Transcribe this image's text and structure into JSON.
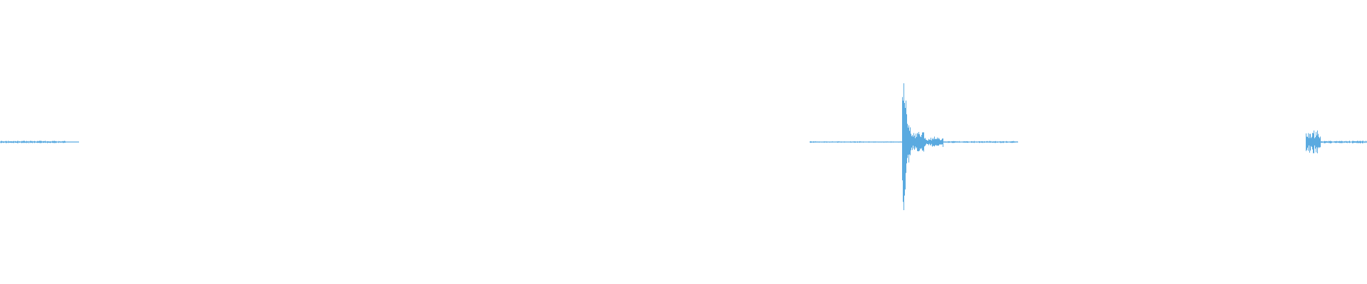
{
  "waveform": {
    "color": "#5aaae0",
    "background": "#ffffff",
    "duration_fraction_axis": "time",
    "amplitude_range": [
      -1,
      1
    ],
    "segments": [
      {
        "start": 0.0,
        "end": 0.048,
        "amplitude": 0.02
      },
      {
        "start": 0.048,
        "end": 0.058,
        "amplitude": 0.006
      },
      {
        "start": 0.592,
        "end": 0.632,
        "amplitude": 0.012
      },
      {
        "start": 0.632,
        "end": 0.66,
        "amplitude": 0.01
      },
      {
        "start": 0.66,
        "end": 0.668,
        "amplitude": 1.0
      },
      {
        "start": 0.668,
        "end": 0.676,
        "amplitude": 0.2
      },
      {
        "start": 0.676,
        "end": 0.69,
        "amplitude": 0.08
      },
      {
        "start": 0.69,
        "end": 0.745,
        "amplitude": 0.015
      },
      {
        "start": 0.955,
        "end": 0.966,
        "amplitude": 0.18
      },
      {
        "start": 0.966,
        "end": 1.0,
        "amplitude": 0.02
      }
    ]
  }
}
